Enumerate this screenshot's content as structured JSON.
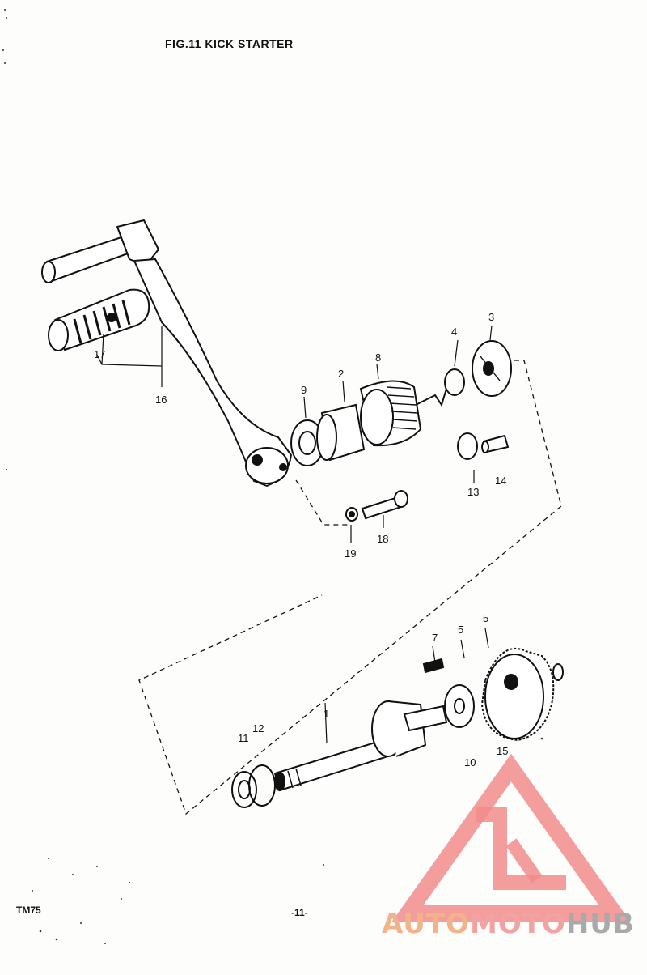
{
  "figure": {
    "title": "FIG.11  KICK STARTER",
    "model": "TM75",
    "page_number": "-11-"
  },
  "callouts": [
    "1",
    "2",
    "3",
    "4",
    "5",
    "5",
    "7",
    "8",
    "9",
    "10",
    "11",
    "12",
    "13",
    "14",
    "15",
    "16",
    "17",
    "18",
    "19"
  ],
  "watermark": {
    "part1": "AUTO",
    "part2": "MOTO",
    "part3": "HUB",
    "colors": {
      "auto": "#f3b38a",
      "moto": "#f3a2a2",
      "hub": "#a9a9a9",
      "logo": "#f28c8c"
    }
  }
}
